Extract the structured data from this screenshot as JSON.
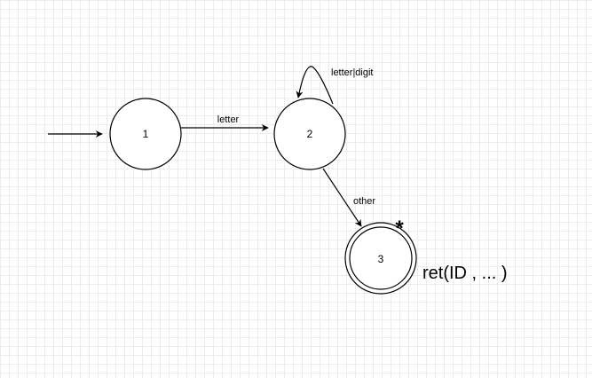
{
  "states": [
    {
      "label": "1",
      "accepting": false,
      "initial": true
    },
    {
      "label": "2",
      "accepting": false,
      "initial": false
    },
    {
      "label": "3",
      "accepting": true,
      "initial": false
    }
  ],
  "transitions": [
    {
      "from": "1",
      "to": "2",
      "label": "letter"
    },
    {
      "from": "2",
      "to": "2",
      "label": "letter|digit"
    },
    {
      "from": "2",
      "to": "3",
      "label": "other"
    }
  ],
  "accept_marker": "*",
  "accept_action": "ret(ID , ... )"
}
